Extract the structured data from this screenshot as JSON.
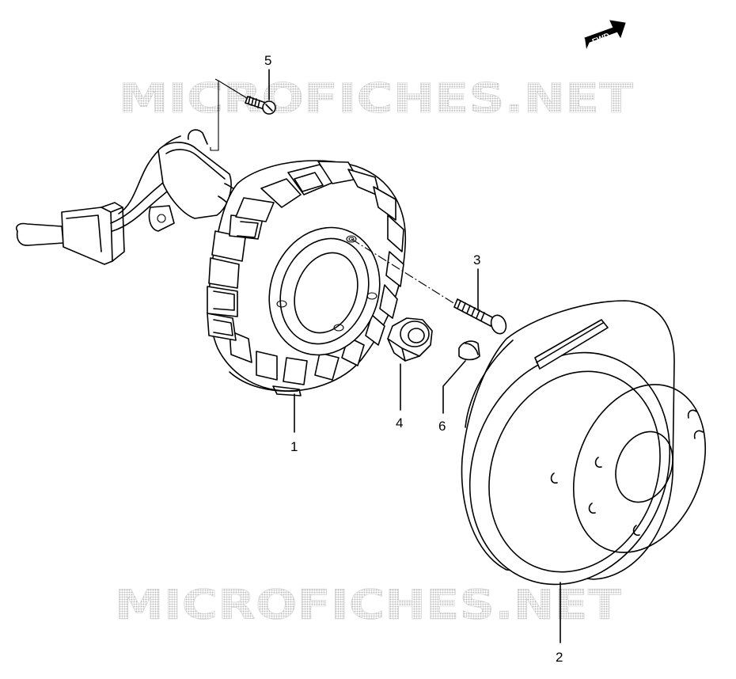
{
  "watermark": {
    "text": "MICROFICHES.NET"
  },
  "direction_marker": {
    "label": "FWD"
  },
  "callouts": [
    {
      "id": "1",
      "label": "1"
    },
    {
      "id": "2",
      "label": "2"
    },
    {
      "id": "3",
      "label": "3"
    },
    {
      "id": "4",
      "label": "4"
    },
    {
      "id": "5",
      "label": "5"
    },
    {
      "id": "6",
      "label": "6"
    }
  ],
  "colors": {
    "line": "#000000",
    "background": "#ffffff",
    "watermark": "#c8c8c8"
  }
}
